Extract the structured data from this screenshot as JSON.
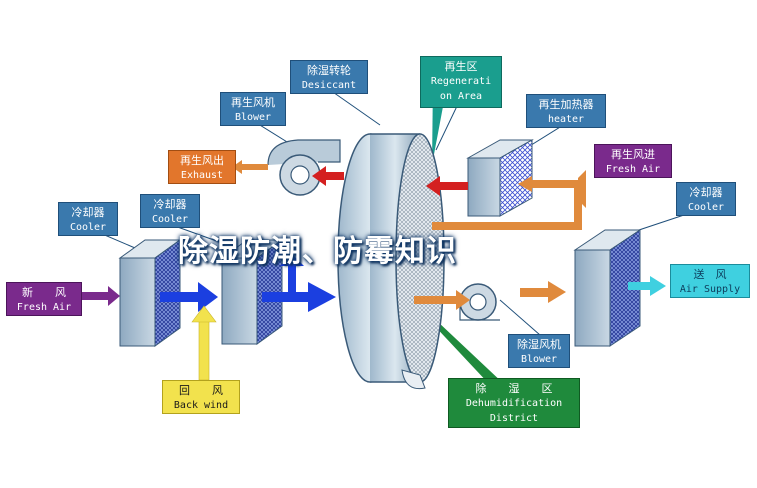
{
  "labels": {
    "desiccant": {
      "zh": "除湿转轮",
      "en": "Desiccant"
    },
    "regen_area": {
      "zh": "再生区",
      "en1": "Regenerati",
      "en2": "on Area"
    },
    "regen_blower": {
      "zh": "再生风机",
      "en": "Blower"
    },
    "regen_heater": {
      "zh": "再生加热器",
      "en": "heater"
    },
    "exhaust": {
      "zh": "再生风出",
      "en": "Exhaust"
    },
    "regen_fresh_air": {
      "zh": "再生风进",
      "en": "Fresh Air"
    },
    "cooler_1": {
      "zh": "冷却器",
      "en": "Cooler"
    },
    "cooler_2": {
      "zh": "冷却器",
      "en": "Cooler"
    },
    "cooler_3": {
      "zh": "冷却器",
      "en": "Cooler"
    },
    "fresh_air": {
      "zh": "新　　风",
      "en": "Fresh Air"
    },
    "air_supply": {
      "zh": "送　风",
      "en": "Air Supply"
    },
    "back_wind": {
      "zh": "回　　风",
      "en": "Back wind"
    },
    "dehum_blower": {
      "zh": "除湿风机",
      "en": "Blower"
    },
    "dehum_district": {
      "zh": "除　　湿　　区",
      "en1": "Dehumidification",
      "en2": "District"
    }
  },
  "title": "除湿防潮、防霉知识",
  "colors": {
    "label_blue": "#3a79ad",
    "exhaust_orange": "#e2762c",
    "regen_purple": "#7a2a8c",
    "supply_cyan": "#3fd0e0",
    "back_yellow": "#f2e24d",
    "district_green": "#1f8a3c",
    "regen_teal": "#1a9e8e",
    "arrow_blue": "#1b3fe0",
    "arrow_red": "#d42020",
    "arrow_orange": "#e08a3c"
  }
}
